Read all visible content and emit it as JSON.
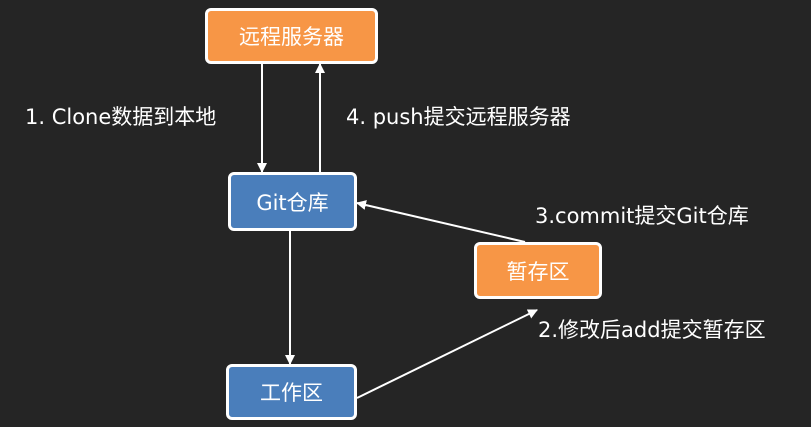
{
  "nodes": {
    "remote_server": "远程服务器",
    "git_repo": "Git仓库",
    "staging_area": "暂存区",
    "working_dir": "工作区"
  },
  "edges": {
    "clone": "1. Clone数据到本地",
    "push": "4. push提交远程服务器",
    "commit": "3.commit提交Git仓库",
    "add": "2.修改后add提交暂存区"
  },
  "colors": {
    "background": "#252525",
    "orange_node": "#f79646",
    "blue_node": "#4a7ebb",
    "stroke": "#ffffff"
  }
}
